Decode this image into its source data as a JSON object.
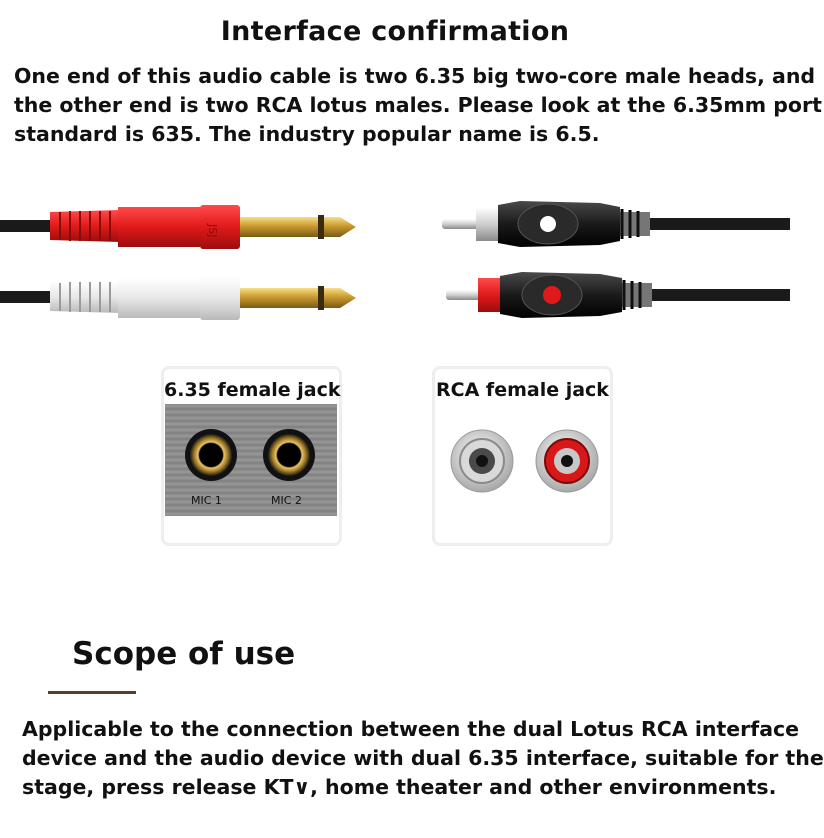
{
  "header": {
    "title": "Interface confirmation"
  },
  "intro": {
    "lines": [
      "One end of this audio cable is two 6.35 big two-core male heads, and",
      "the other end is two RCA lotus males. Please look at the 6.35mm port",
      "standard is 635. The industry popular name is 6.5."
    ]
  },
  "cables": {
    "plug_635_top_color": "#e01a1a",
    "plug_635_bottom_color": "#e6e6e6",
    "rca_top_dot_color": "#ffffff",
    "rca_bottom_dot_color": "#e01a1a",
    "brand_mark": "JSJ"
  },
  "jacks": {
    "jack_635": {
      "label": "6.35 female jack",
      "mic1": "MIC 1",
      "mic2": "MIC 2"
    },
    "jack_rca": {
      "label": "RCA female jack",
      "left_color": "#d9d9d9",
      "right_color": "#d81818"
    }
  },
  "scope": {
    "title": "Scope of use",
    "lines": [
      "Applicable to the connection between the dual Lotus RCA interface",
      "device and the audio device with dual 6.35 interface, suitable for the",
      "stage, press release KT∨, home theater and other environments."
    ]
  }
}
